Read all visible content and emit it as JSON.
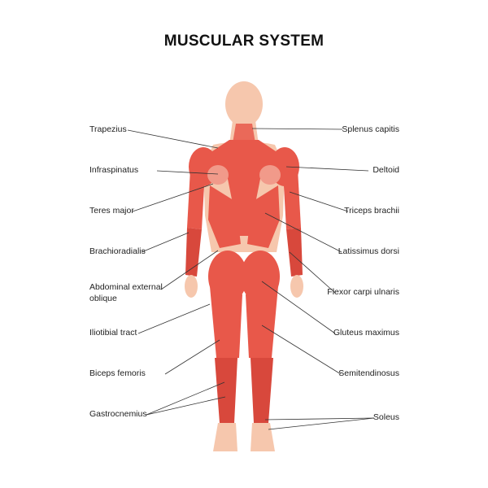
{
  "title": "MUSCULAR SYSTEM",
  "colors": {
    "skin": "#f6c7ad",
    "muscle": "#e8584a",
    "muscle_dark": "#d8483c",
    "muscle_light": "#f19a8a",
    "line": "#333333"
  },
  "labels_left": [
    {
      "key": "trapezius",
      "text": "Trapezius"
    },
    {
      "key": "infraspinatus",
      "text": "Infraspinatus"
    },
    {
      "key": "teres_major",
      "text": "Teres major"
    },
    {
      "key": "brachioradialis",
      "text": "Brachioradialis"
    },
    {
      "key": "abdominal_external_oblique",
      "text": "Abdominal external",
      "text2": "oblique"
    },
    {
      "key": "iliotibial_tract",
      "text": "Iliotibial tract"
    },
    {
      "key": "biceps_femoris",
      "text": "Biceps femoris"
    },
    {
      "key": "gastrocnemius",
      "text": "Gastrocnemius"
    }
  ],
  "labels_right": [
    {
      "key": "splenus_capitis",
      "text": "Splenus capitis"
    },
    {
      "key": "deltoid",
      "text": "Deltoid"
    },
    {
      "key": "triceps_brachii",
      "text": "Triceps brachii"
    },
    {
      "key": "latissimus_dorsi",
      "text": "Latissimus dorsi"
    },
    {
      "key": "flexor_carpi_ulnaris",
      "text": "Flexor carpi ulnaris"
    },
    {
      "key": "gluteus_maximus",
      "text": "Gluteus maximus"
    },
    {
      "key": "semitendinosus",
      "text": "Semitendinosus"
    },
    {
      "key": "soleus",
      "text": "Soleus"
    }
  ]
}
